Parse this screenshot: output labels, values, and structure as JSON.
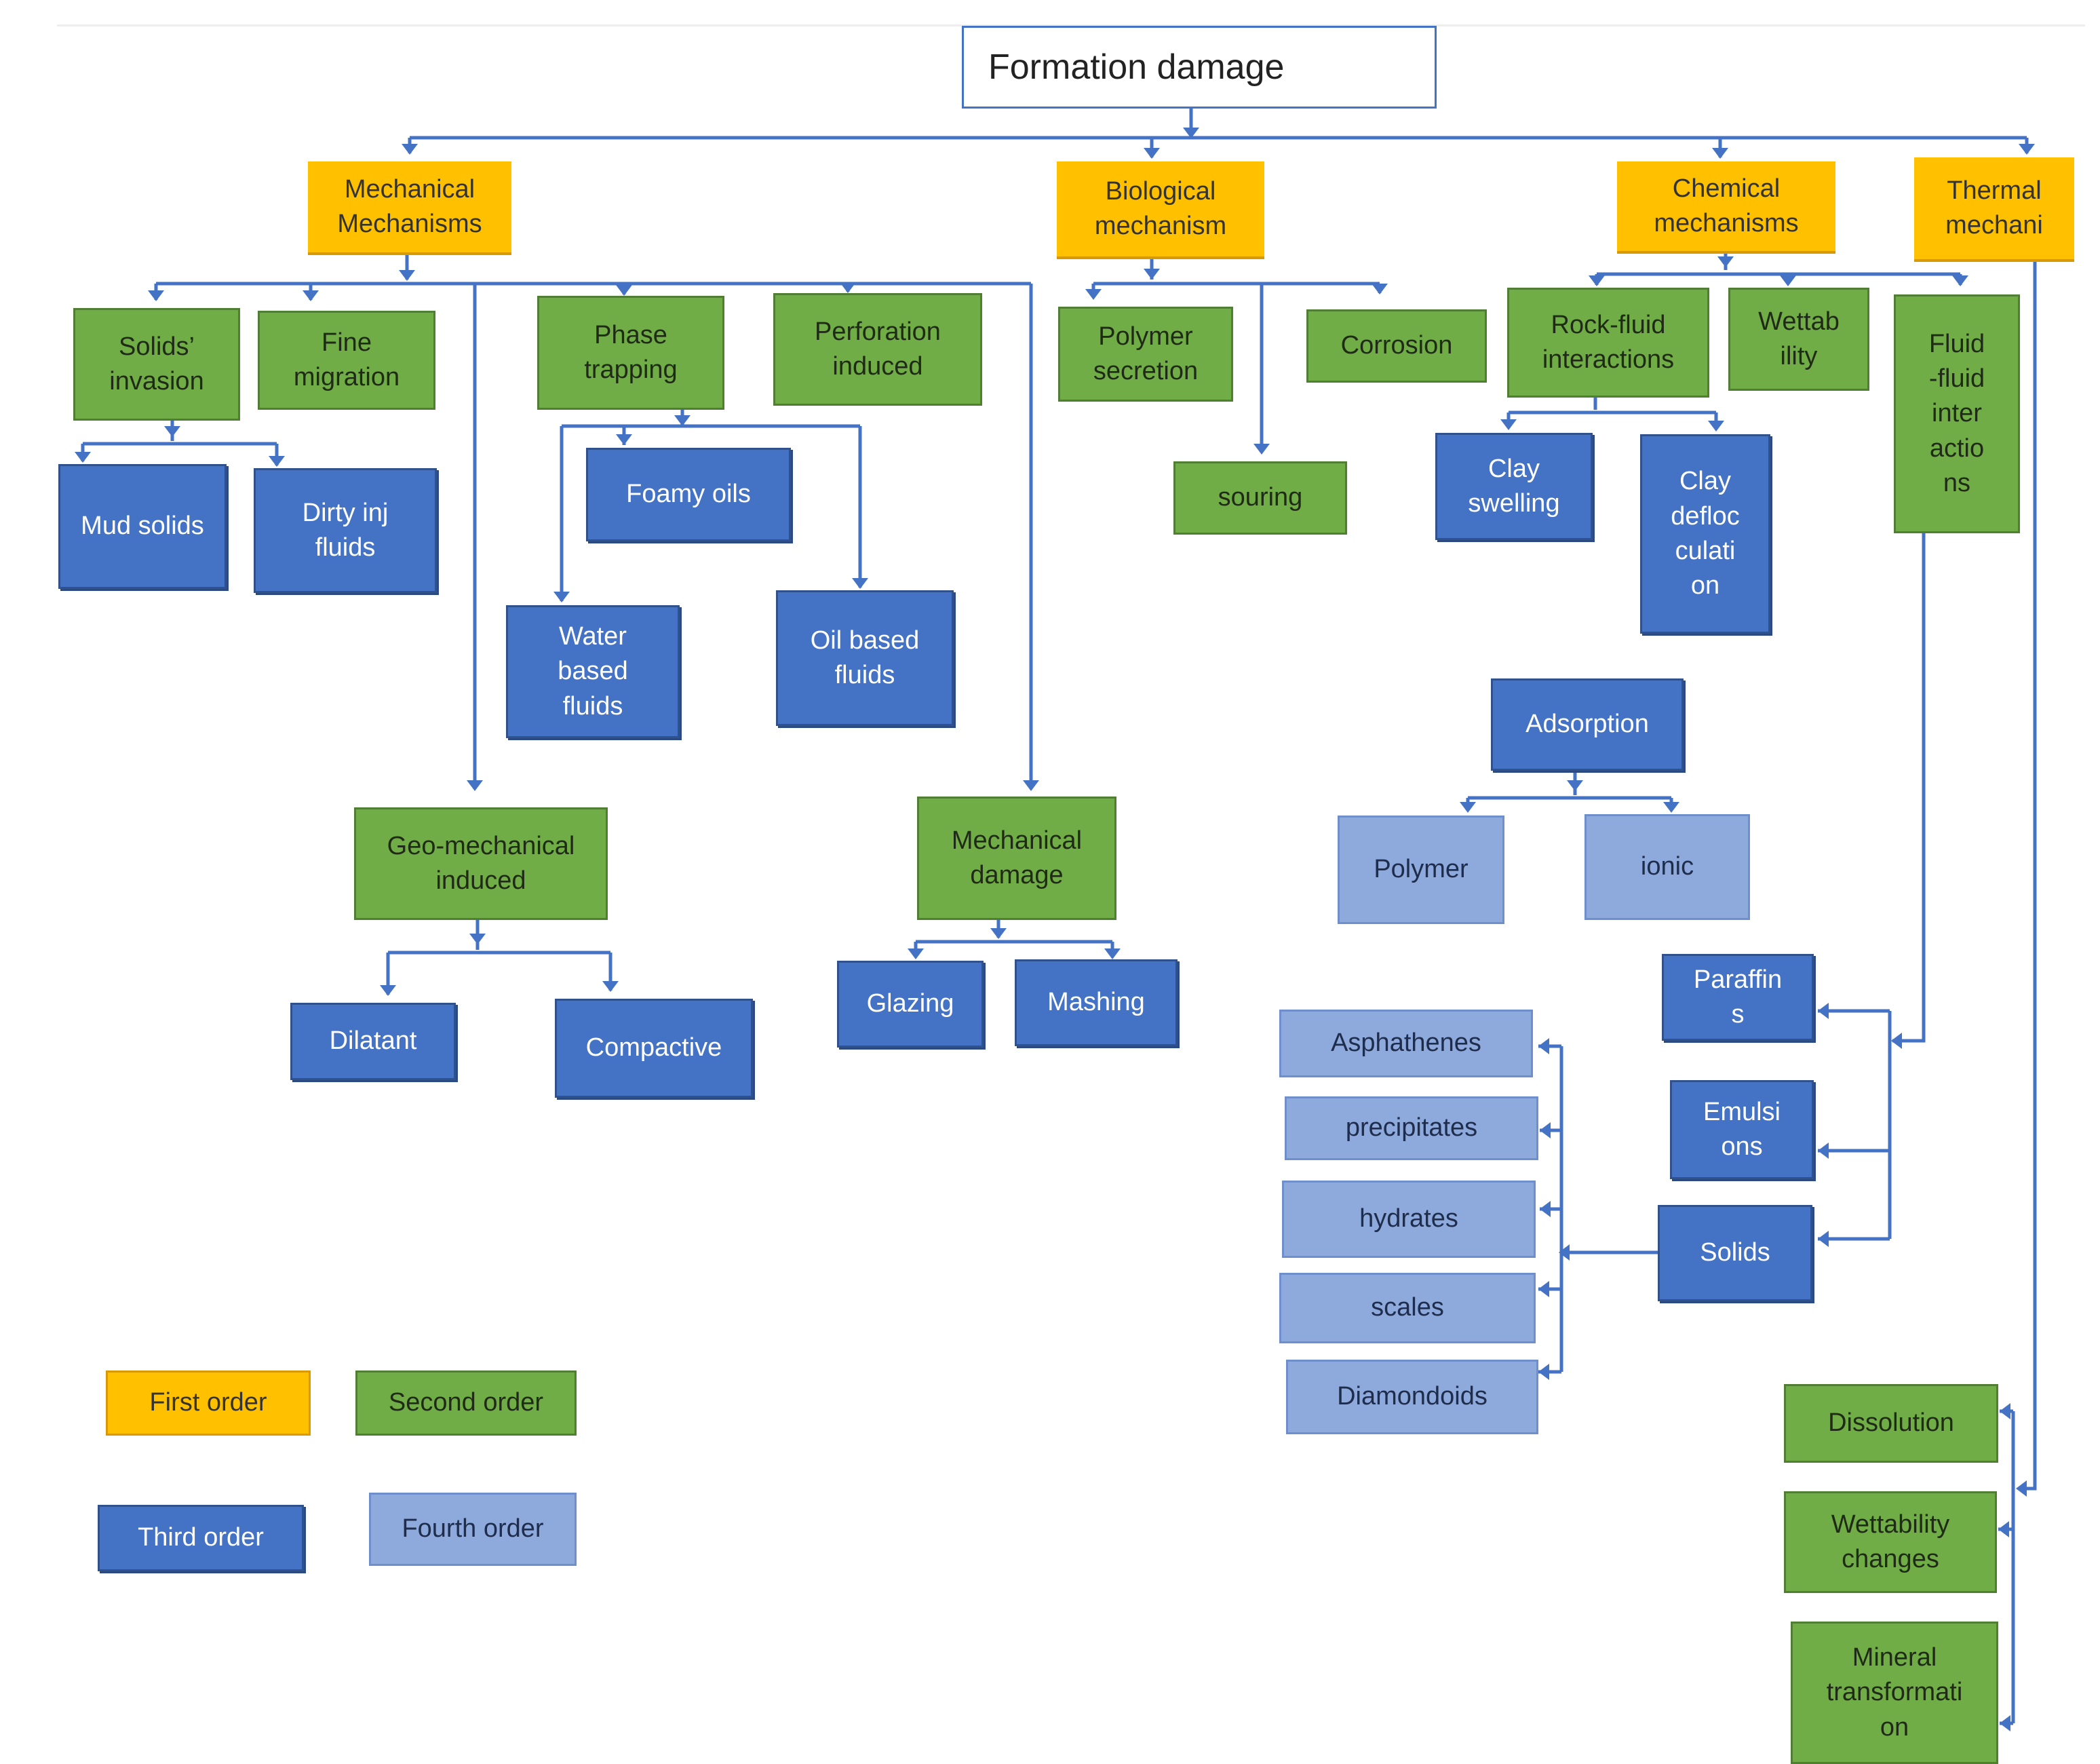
{
  "title": "Formation damage",
  "first_order": {
    "mechanical": "Mechanical\nMechanisms",
    "biological": "Biological\nmechanism",
    "chemical": "Chemical\nmechanisms",
    "thermal": "Thermal\nmechani"
  },
  "mechanical": {
    "solids_invasion": "Solids’\ninvasion",
    "fine_migration": "Fine\nmigration",
    "phase_trapping": "Phase\ntrapping",
    "perforation_induced": "Perforation\ninduced",
    "geo_mechanical_induced": "Geo-mechanical\ninduced",
    "mechanical_damage": "Mechanical\ndamage",
    "mud_solids": "Mud solids",
    "dirty_inj_fluids": "Dirty inj\nfluids",
    "foamy_oils": "Foamy oils",
    "water_based_fluids": "Water\nbased\nfluids",
    "oil_based_fluids": "Oil based\nfluids",
    "dilatant": "Dilatant",
    "compactive": "Compactive",
    "glazing": "Glazing",
    "mashing": "Mashing"
  },
  "biological": {
    "polymer_secretion": "Polymer\nsecretion",
    "corrosion": "Corrosion",
    "souring": "souring"
  },
  "chemical": {
    "rock_fluid": "Rock-fluid\ninteractions",
    "wettability": "Wettab\nility",
    "fluid_fluid": "Fluid\n-fluid\ninter\nactio\nns",
    "clay_swelling": "Clay\nswelling",
    "clay_deflocculation": "Clay\ndefloc\nculati\non",
    "adsorption": "Adsorption",
    "polymer": "Polymer",
    "ionic": "ionic",
    "paraffins": "Paraffin\ns",
    "emulsions": "Emulsi\nons",
    "solids": "Solids",
    "asphathenes": "Asphathenes",
    "precipitates": "precipitates",
    "hydrates": "hydrates",
    "scales": "scales",
    "diamondoids": "Diamondoids"
  },
  "thermal": {
    "dissolution": "Dissolution",
    "wettability_changes": "Wettability\nchanges",
    "mineral_transformation": "Mineral\ntransformati\non"
  },
  "legend": {
    "first_order": "First order",
    "second_order": "Second order",
    "third_order": "Third order",
    "fourth_order": "Fourth order"
  },
  "colors": {
    "first_order": "#FFC000",
    "second_order": "#70AD47",
    "third_order": "#4472C4",
    "fourth_order": "#8EA9DB",
    "connector": "#4472C4"
  }
}
